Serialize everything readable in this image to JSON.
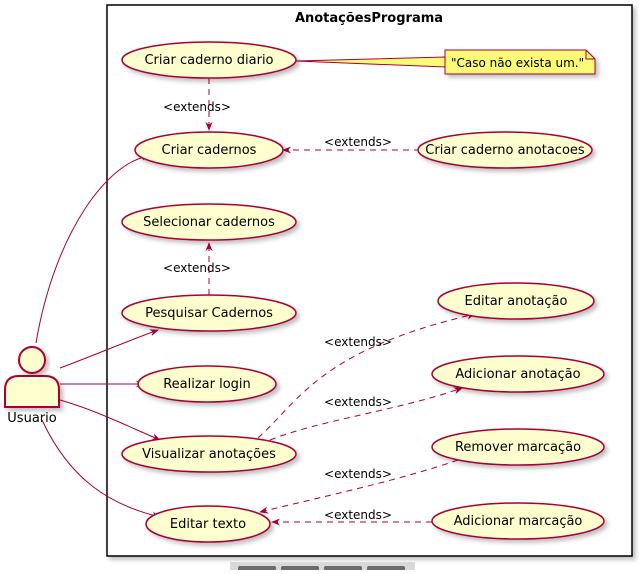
{
  "system": {
    "title": "AnotaçõesPrograma"
  },
  "actor": {
    "name": "Usuario"
  },
  "use_cases": {
    "criar_caderno_diario": "Criar caderno diario",
    "criar_cadernos": "Criar cadernos",
    "criar_caderno_anotacoes": "Criar caderno anotacoes",
    "selecionar_cadernos": "Selecionar cadernos",
    "pesquisar_cadernos": "Pesquisar Cadernos",
    "realizar_login": "Realizar login",
    "editar_anotacao": "Editar anotação",
    "adicionar_anotacao": "Adicionar anotação",
    "visualizar_anotacoes": "Visualizar anotações",
    "remover_marcacao": "Remover marcação",
    "editar_texto": "Editar texto",
    "adicionar_marcacao": "Adicionar marcação"
  },
  "note": {
    "text": "\"Caso não exista um.\""
  },
  "relations": {
    "extends_1": "<extends>",
    "extends_2": "<extends>",
    "extends_3": "<extends>",
    "extends_4": "<extends>",
    "extends_5": "<extends>",
    "extends_6": "<extends>",
    "extends_7": "<extends>"
  },
  "colors": {
    "use_case_fill": "#FEFECE",
    "use_case_stroke": "#A80036",
    "note_fill": "#FBFB77",
    "line": "#A80036",
    "frame": "#000000"
  }
}
